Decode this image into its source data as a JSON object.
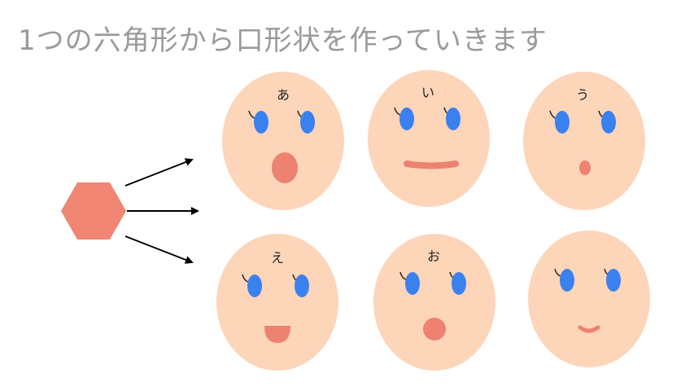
{
  "title": "1つの六角形から口形状を作っていきます",
  "colors": {
    "skin": "#fdd5b9",
    "eye": "#3a81f0",
    "mouth": "#ec826f",
    "hexagon": "#ef8572",
    "arrow": "#000000",
    "title": "#9a9a9a"
  },
  "faces": [
    {
      "label": "あ",
      "mouth": "open-oval"
    },
    {
      "label": "い",
      "mouth": "wide-line"
    },
    {
      "label": "う",
      "mouth": "small-dot"
    },
    {
      "label": "え",
      "mouth": "half-circle"
    },
    {
      "label": "お",
      "mouth": "round"
    },
    {
      "label": "",
      "mouth": "smile-small"
    }
  ]
}
